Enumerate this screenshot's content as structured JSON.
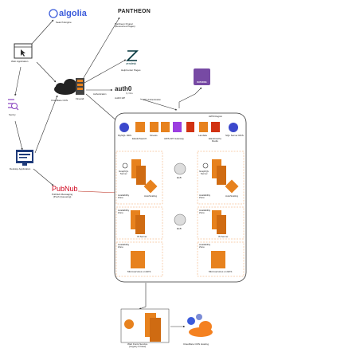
{
  "nodes": {
    "algolia": {
      "brand": "algolia",
      "label": "Search Engine"
    },
    "pantheon": {
      "brand": "PANTHEON",
      "label": "Pantheon Drupal\n(Resources Pages)"
    },
    "zendesk": {
      "brand": "zendesk",
      "label": "HelpCenter Pages"
    },
    "auth0": {
      "brand": "auth0",
      "sublabel": "by Okta",
      "label": "Auth0 IdP"
    },
    "web_app": {
      "label": "Web Application"
    },
    "cloudflare": {
      "label": "Cloudflare CDN"
    },
    "firewall": {
      "label": "Firewall"
    },
    "sentry": {
      "label": "Sentry"
    },
    "desktop_app": {
      "label": "Desktop Application"
    },
    "pubnub": {
      "brand": "PubNub",
      "label": "PubNub Messaging\n(Push Queueing)"
    },
    "datadog": {
      "label": "DATADOG"
    },
    "web_fonts": {
      "label": "Web Fonts Service\n(Legacy & New)"
    },
    "cf_hosting": {
      "label": "Cloudflare CDN Hosting"
    }
  },
  "edges": {
    "authentication": "Authentication",
    "rtt_auth": "RTT Authentication"
  },
  "aws": {
    "region_label": "AWS Region",
    "services": [
      {
        "label": "MySQL RDS",
        "color": "#3b48cc"
      },
      {
        "label": "ElasticSearch",
        "color": "#e7821e"
      },
      {
        "label": "Kinesis",
        "color": "#e7821e"
      },
      {
        "label": "Kinesis",
        "color": "#e7821e"
      },
      {
        "label": "AWS API Gateway",
        "color": "#9b3ee0"
      },
      {
        "label": "",
        "color": "#d13212"
      },
      {
        "label": "Lambda",
        "color": "#e7821e"
      },
      {
        "label": "ElastiCache\nRedis",
        "color": "#d13212"
      },
      {
        "label": "SQL Server RDS",
        "color": "#3b48cc"
      }
    ],
    "left": {
      "graphql": "GraphQL\nServer",
      "autoscaling": "AutoScaling",
      "zone": "Availability\nZone",
      "zone2": "Availability\nZone",
      "is_server": "IS Server",
      "zone3": "Availability\nZone",
      "microservices": "Microservices on EKS"
    },
    "right": {
      "graphql": "GraphQL\nServer",
      "autoscaling": "AutoScaling",
      "zone": "Availability\nZone",
      "zone2": "Availability\nZone",
      "is_server": "IS Server",
      "zone3": "Availability\nZone",
      "microservices": "Microservices on EKS"
    },
    "elb_top": "ELB",
    "elb_bottom": "ELB"
  },
  "colors": {
    "aws_orange": "#e7821e",
    "zone_dash": "#f0a060",
    "pubnub_red": "#d0021b",
    "edge_red": "#c0392b",
    "cloudflare_orange": "#f48120",
    "datadog_purple": "#774aa4",
    "algolia_blue": "#3b5bdb",
    "zendesk_teal": "#03363d",
    "sentry_purple": "#8a44c0"
  }
}
